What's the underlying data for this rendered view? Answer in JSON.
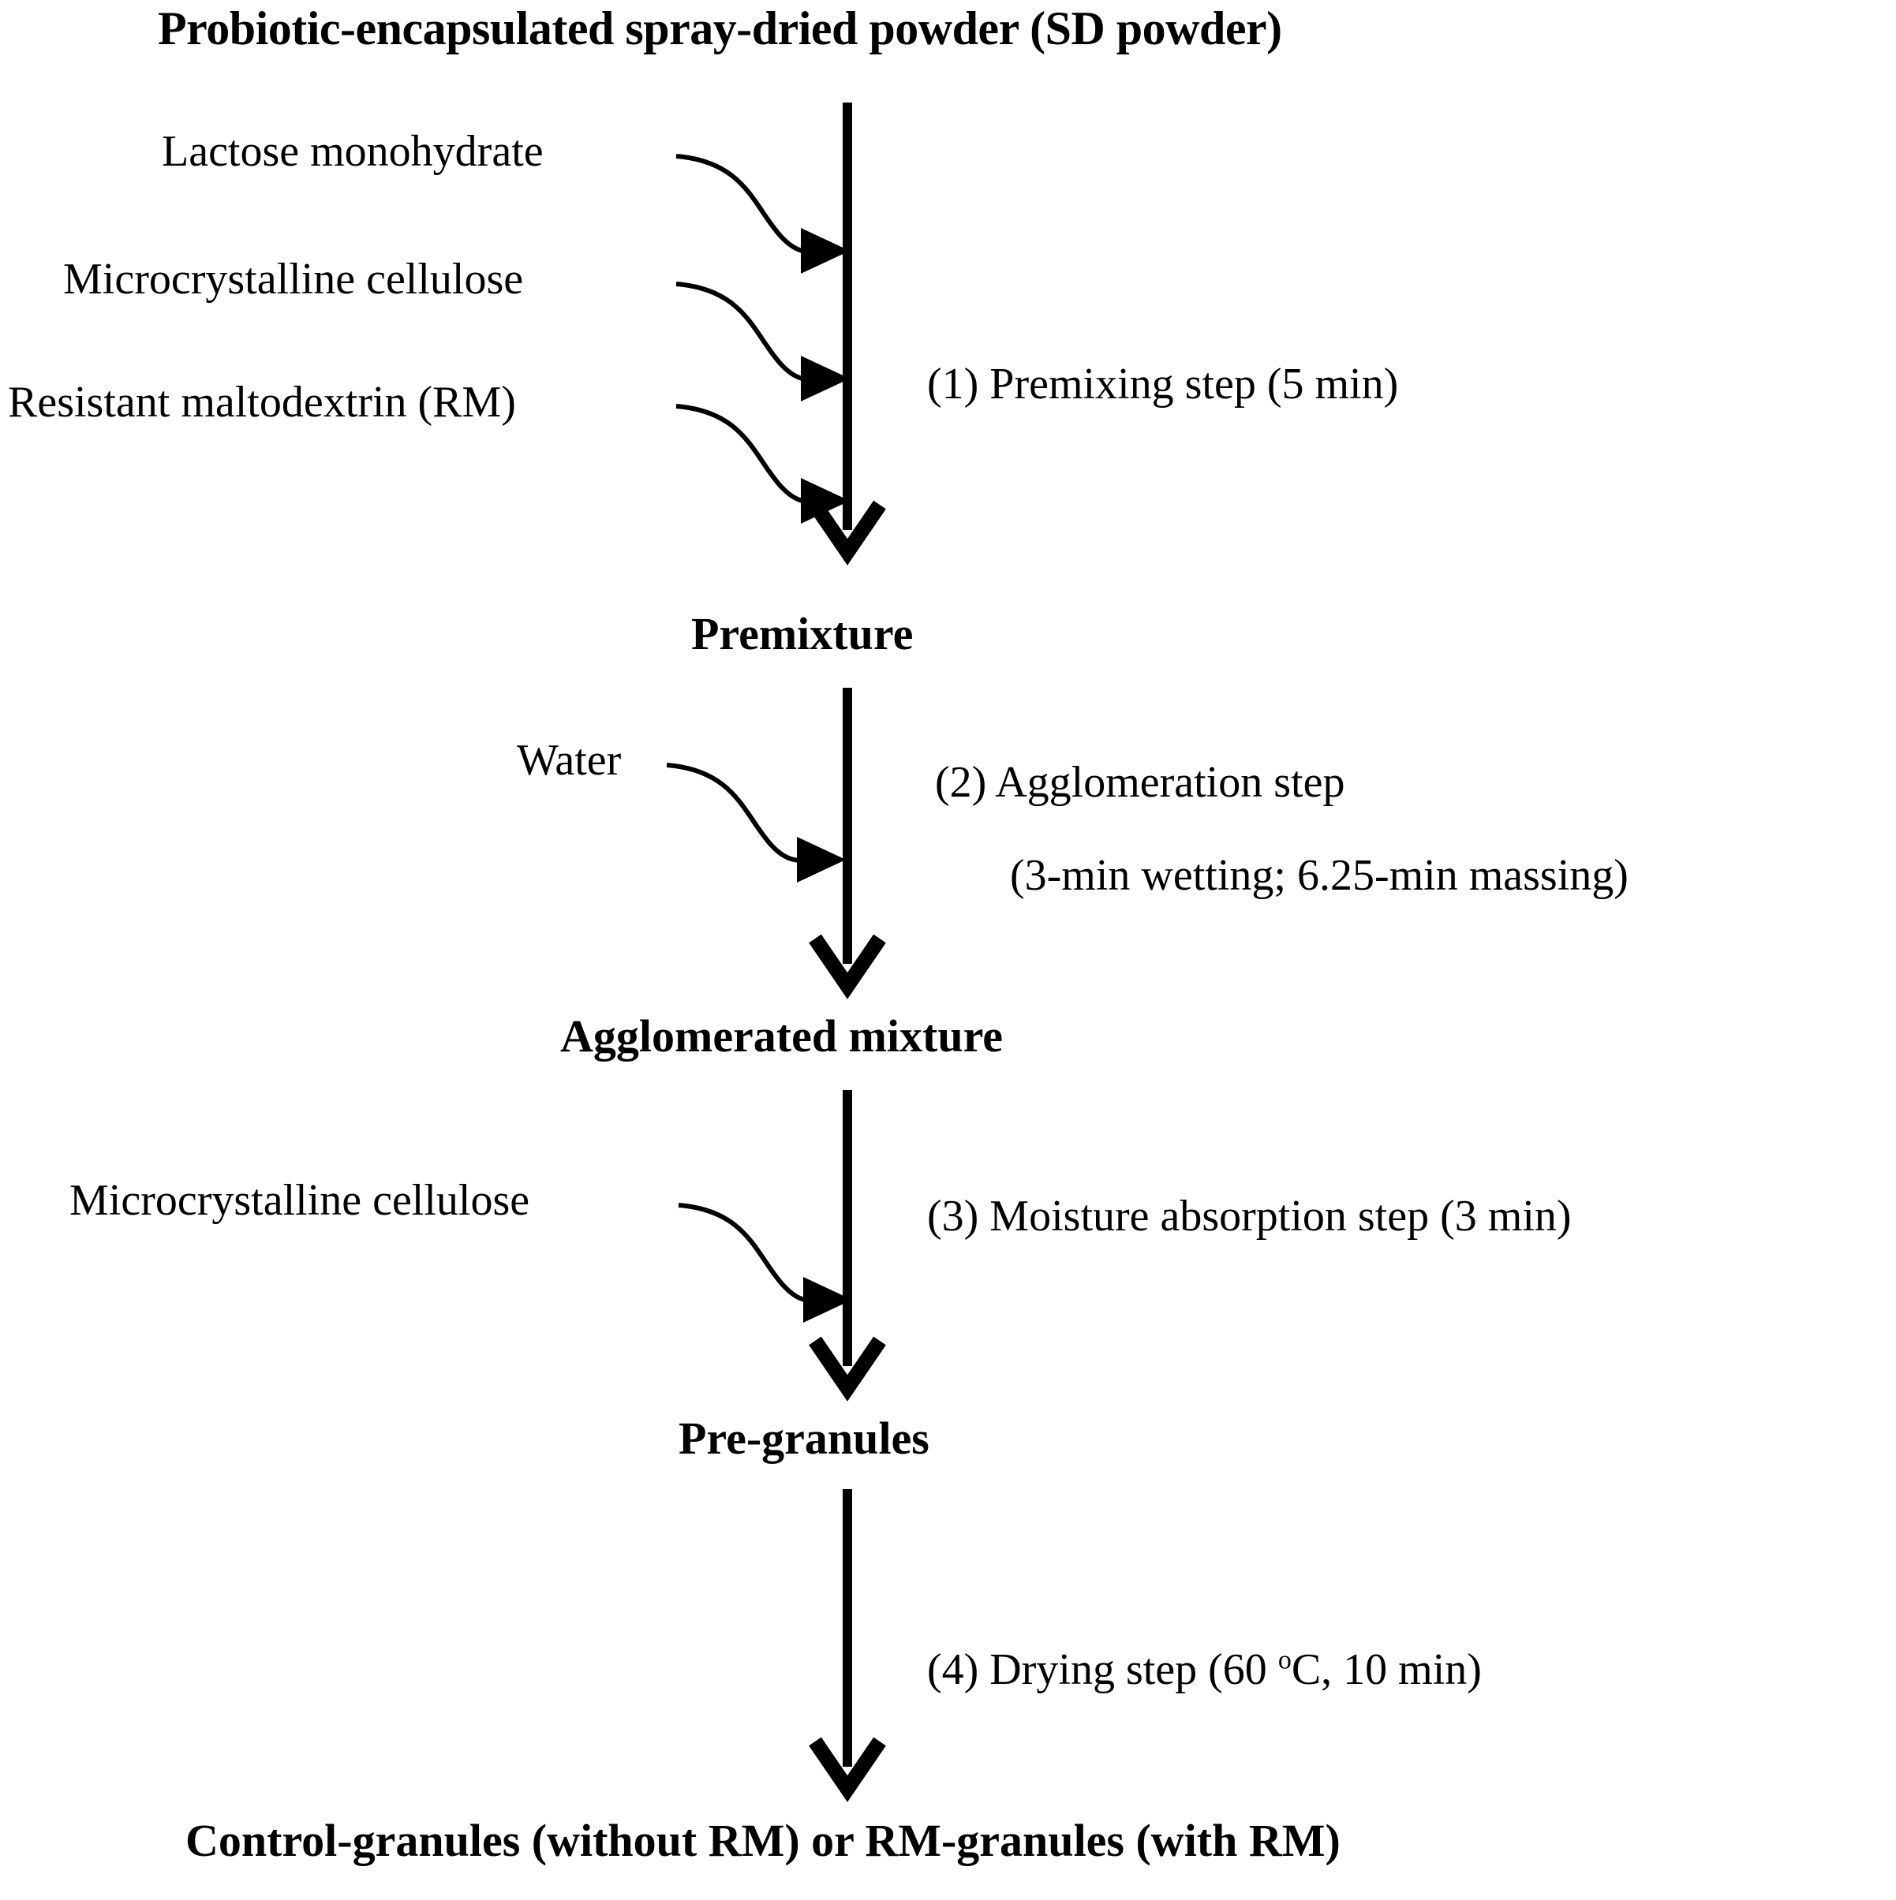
{
  "diagram": {
    "title": "Probiotic-encapsulated spray-dried powder (SD powder)",
    "type": "process-flowchart",
    "orientation": "top-to-bottom",
    "nodes": [
      {
        "id": "start",
        "label": "Probiotic-encapsulated spray-dried powder (SD powder)",
        "bold": true
      },
      {
        "id": "premix",
        "label": "Premixture",
        "bold": true
      },
      {
        "id": "agglom",
        "label": "Agglomerated mixture",
        "bold": true
      },
      {
        "id": "pregran",
        "label": "Pre-granules",
        "bold": true
      },
      {
        "id": "final",
        "label": "Control-granules (without RM) or RM-granules (with RM)",
        "bold": true
      }
    ],
    "steps": [
      {
        "number": "(1)",
        "name": "Premixing step",
        "duration": "(5 min)",
        "text": "(1) Premixing step (5 min)",
        "lines": [
          "(1) Premixing step (5 min)"
        ]
      },
      {
        "number": "(2)",
        "name": "Agglomeration step",
        "duration": "(3-min wetting; 6.25-min massing)",
        "text": "(2) Agglomeration step (3-min wetting; 6.25-min massing)",
        "lines": [
          "(2) Agglomeration step",
          "(3-min wetting; 6.25-min massing)"
        ]
      },
      {
        "number": "(3)",
        "name": "Moisture absorption step",
        "duration": "(3 min)",
        "text": "(3) Moisture absorption step (3 min)",
        "lines": [
          "(3) Moisture absorption step (3 min)"
        ]
      },
      {
        "number": "(4)",
        "name": "Drying step",
        "duration": "(60 °C, 10 min)",
        "text_before_degree": "(4) Drying step (60 ",
        "degree_symbol": "o",
        "text_after_degree": "C, 10 min)",
        "lines": [
          "(4) Drying step (60 oC, 10 min)"
        ]
      }
    ],
    "inputs": [
      {
        "label": "Lactose monohydrate",
        "into_step": "(1)"
      },
      {
        "label": "Microcrystalline cellulose",
        "into_step": "(1)"
      },
      {
        "label": "Resistant maltodextrin (RM)",
        "into_step": "(1)"
      },
      {
        "label": "Water",
        "into_step": "(2)"
      },
      {
        "label": "Microcrystalline cellulose",
        "into_step": "(3)"
      }
    ],
    "colors": {
      "ink": "#000000",
      "background": "#ffffff"
    }
  }
}
